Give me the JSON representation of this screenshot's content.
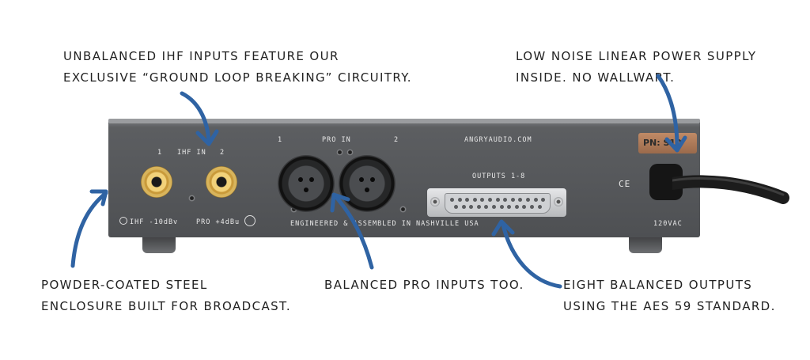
{
  "annotations": {
    "ihf_inputs": [
      "Unbalanced IHF inputs feature our",
      "exclusive “ground loop breaking” circuitry."
    ],
    "power_supply": [
      "Low noise linear power supply",
      "inside. No wallwart."
    ],
    "enclosure": [
      "Powder-coated steel",
      "enclosure built for broadcast."
    ],
    "pro_inputs": [
      "Balanced Pro inputs too."
    ],
    "outputs": [
      "Eight balanced outputs",
      "using the AES 59 standard."
    ]
  },
  "device": {
    "rca_1_num": "1",
    "ihf_in": "IHF IN",
    "rca_2_num": "2",
    "xlr_1_num": "1",
    "pro_in": "PRO IN",
    "xlr_2_num": "2",
    "website": "ANGRYAUDIO.COM",
    "outputs": "OUTPUTS 1-8",
    "ihf_level": "IHF -10dBv",
    "pro_level": "PRO +4dBu",
    "made_in": "ENGINEERED & ASSEMBLED IN NASHVILLE USA",
    "voltage": "120VAC",
    "ce": "CE",
    "part_number": "PN: S10"
  },
  "colors": {
    "arrow": "#2f63a3",
    "chassis": "#56585b",
    "text": "#222222"
  }
}
